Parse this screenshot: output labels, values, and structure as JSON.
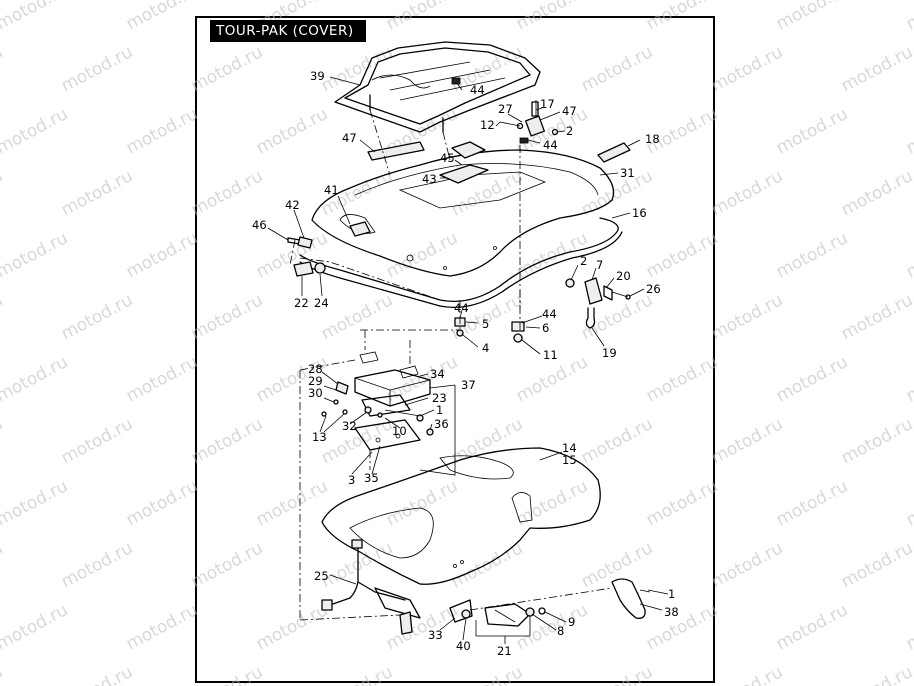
{
  "title": "TOUR-PAK (COVER)",
  "watermark": "motod.ru",
  "callouts": {
    "c39": "39",
    "c44a": "44",
    "c27": "27",
    "c17": "17",
    "c47a": "47",
    "c12": "12",
    "c2a": "2",
    "c44b": "44",
    "c18": "18",
    "c47b": "47",
    "c45": "45",
    "c31": "31",
    "c43": "43",
    "c41": "41",
    "c16": "16",
    "c42": "42",
    "c46": "46",
    "c2b": "2",
    "c7": "7",
    "c20": "20",
    "c26": "26",
    "c22": "22",
    "c24": "24",
    "c44c": "44",
    "c5": "5",
    "c44d": "44",
    "c6": "6",
    "c19": "19",
    "c4": "4",
    "c11": "11",
    "c28": "28",
    "c29": "29",
    "c30": "30",
    "c34": "34",
    "c37": "37",
    "c23": "23",
    "c1a": "1",
    "c13": "13",
    "c32": "32",
    "c10": "10",
    "c36": "36",
    "c14": "14",
    "c15": "15",
    "c3": "3",
    "c35": "35",
    "c25": "25",
    "c1b": "1",
    "c38": "38",
    "c9": "9",
    "c8": "8",
    "c33": "33",
    "c40": "40",
    "c21": "21"
  }
}
